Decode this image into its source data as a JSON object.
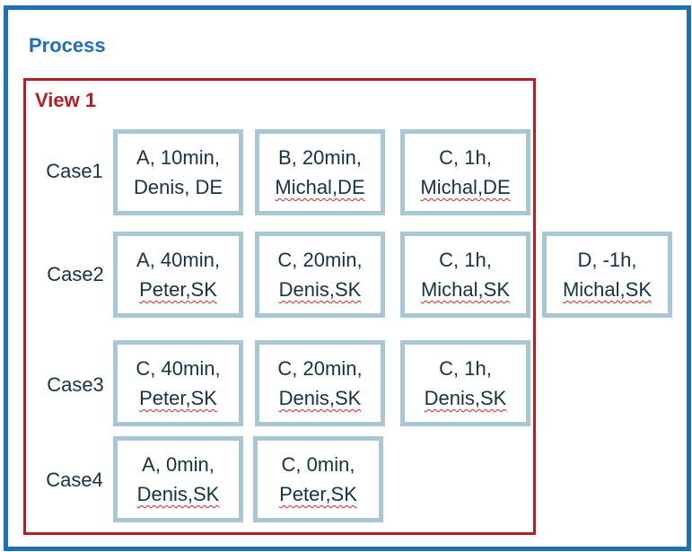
{
  "process": {
    "title": "Process"
  },
  "view": {
    "title": "View 1"
  },
  "cases": [
    {
      "label": "Case1",
      "events": [
        {
          "line1": "A, 10min,",
          "line2": "Denis, DE"
        },
        {
          "line1": "B, 20min,",
          "line2": "Michal,DE"
        },
        {
          "line1": "C, 1h,",
          "line2": "Michal,DE"
        }
      ]
    },
    {
      "label": "Case2",
      "events": [
        {
          "line1": "A, 40min,",
          "line2": "Peter,SK"
        },
        {
          "line1": "C, 20min,",
          "line2": "Denis,SK"
        },
        {
          "line1": "C, 1h,",
          "line2": "Michal,SK"
        },
        {
          "line1": "D, -1h,",
          "line2": "Michal,SK"
        }
      ]
    },
    {
      "label": "Case3",
      "events": [
        {
          "line1": "C, 40min,",
          "line2": "Peter,SK"
        },
        {
          "line1": "C, 20min,",
          "line2": "Denis,SK"
        },
        {
          "line1": "C, 1h,",
          "line2": "Denis,SK"
        }
      ]
    },
    {
      "label": "Case4",
      "events": [
        {
          "line1": "A, 0min,",
          "line2": "Denis,SK"
        },
        {
          "line1": "C, 0min,",
          "line2": "Peter,SK"
        }
      ]
    }
  ],
  "colors": {
    "process_border": "#1f6fb5",
    "view_border": "#b41f24",
    "event_border": "#a8c6d4",
    "text": "#163344",
    "spellcheck_underline": "#e0221e"
  }
}
